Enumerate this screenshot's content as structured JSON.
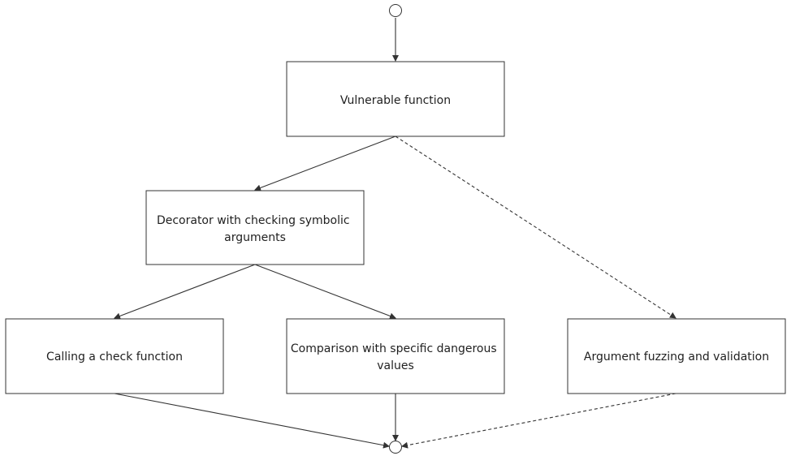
{
  "diagram": {
    "nodes": {
      "vulnerable": {
        "label_lines": [
          "Vulnerable function"
        ]
      },
      "decorator": {
        "label_lines": [
          "Decorator with checking symbolic",
          "arguments"
        ]
      },
      "calling": {
        "label_lines": [
          "Calling a check function"
        ]
      },
      "comparison": {
        "label_lines": [
          "Comparison with specific dangerous",
          "values"
        ]
      },
      "fuzzing": {
        "label_lines": [
          "Argument fuzzing and validation"
        ]
      }
    },
    "edges": [
      {
        "from": "start",
        "to": "vulnerable",
        "style": "solid"
      },
      {
        "from": "vulnerable",
        "to": "decorator",
        "style": "solid"
      },
      {
        "from": "vulnerable",
        "to": "fuzzing",
        "style": "dashed"
      },
      {
        "from": "decorator",
        "to": "calling",
        "style": "solid"
      },
      {
        "from": "decorator",
        "to": "comparison",
        "style": "solid"
      },
      {
        "from": "calling",
        "to": "end",
        "style": "solid"
      },
      {
        "from": "comparison",
        "to": "end",
        "style": "solid"
      },
      {
        "from": "fuzzing",
        "to": "end",
        "style": "dashed"
      }
    ]
  }
}
